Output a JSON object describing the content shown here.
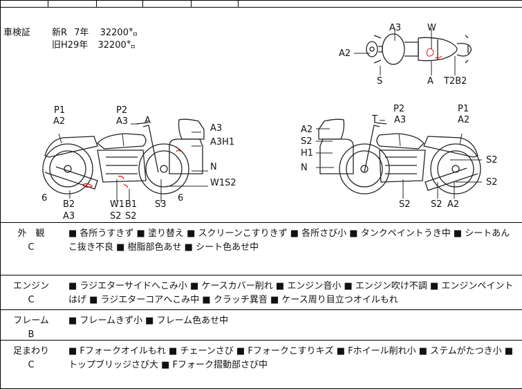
{
  "registration": {
    "label": "車検証",
    "rows": [
      {
        "era": "新R",
        "term": "7年",
        "km": "32200㌔"
      },
      {
        "era": "旧H29年",
        "term": "",
        "km": "32200㌔"
      }
    ]
  },
  "damage_labels": {
    "top_view": [
      "A3",
      "W",
      "A2",
      "S",
      "A",
      "T2B2"
    ],
    "left_view": [
      "P1",
      "A2",
      "P2",
      "A3",
      "A",
      "A3",
      "A3H1",
      "N",
      "W1S2",
      "6",
      "B2",
      "A3",
      "W1",
      "S2",
      "B1",
      "S2",
      "S3",
      "6"
    ],
    "right_view": [
      "T",
      "P2",
      "A3",
      "P1",
      "A2",
      "A2",
      "S2",
      "H1",
      "N",
      "S2",
      "S2",
      "S2",
      "S2",
      "A2"
    ]
  },
  "sections": [
    {
      "title": "外　観",
      "grade": "C",
      "text": "■ 各所うすきず ■ 塗り替え ■ スクリーンこすりきず ■ 各所さび小 ■ タンクペイントうき中 ■ シートあんこ抜き不良 ■ 樹脂部色あせ ■ シート色あせ中"
    },
    {
      "title": "エンジン",
      "grade": "C",
      "text": "■ ラジエターサイドへこみ小 ■ ケースカバー削れ ■ エンジン音小 ■ エンジン吹け不調 ■ エンジンペイントはげ ■ ラジエターコアへこみ中 ■ クラッチ異音 ■ ケース周り目立つオイルもれ"
    },
    {
      "title": "フレーム",
      "grade": "B",
      "text": "■ フレームきず小 ■ フレーム色あせ中"
    },
    {
      "title": "足まわり",
      "grade": "C",
      "text": "■ Fフォークオイルもれ ■ チェーンさび ■ Fフォークこすりキズ ■ Fホイール削れ小 ■ ステムがたつき小 ■ トップブリッジさび大 ■ Fフォーク摺動部さび中"
    }
  ]
}
